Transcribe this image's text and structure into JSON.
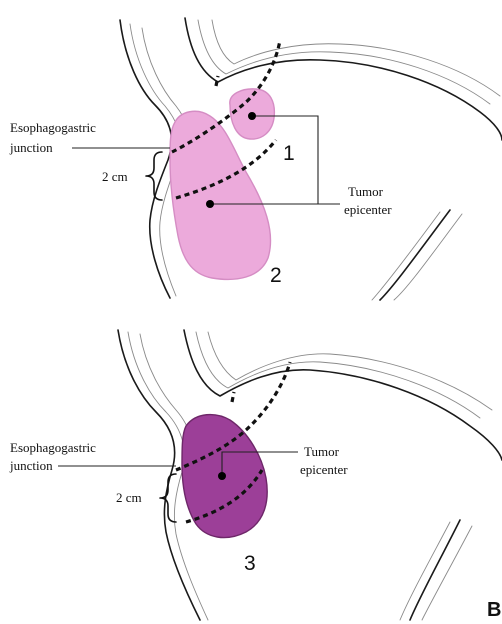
{
  "top_panel": {
    "ejunction_label": [
      "Esophagogastric",
      "junction"
    ],
    "distance_label": "2 cm",
    "tumor_label": [
      "Tumor",
      "epicenter"
    ],
    "tumor_numbers": [
      "1",
      "2"
    ],
    "colors": {
      "tumor_fill": "#ecaadb",
      "tumor_stroke": "#d58dc4"
    }
  },
  "bottom_panel": {
    "ejunction_label": [
      "Esophagogastric",
      "junction"
    ],
    "distance_label": "2 cm",
    "tumor_label": [
      "Tumor",
      "epicenter"
    ],
    "tumor_number": "3",
    "colors": {
      "tumor_fill": "#9c3f98",
      "tumor_stroke": "#6e2769"
    }
  },
  "panel_letter": "B"
}
